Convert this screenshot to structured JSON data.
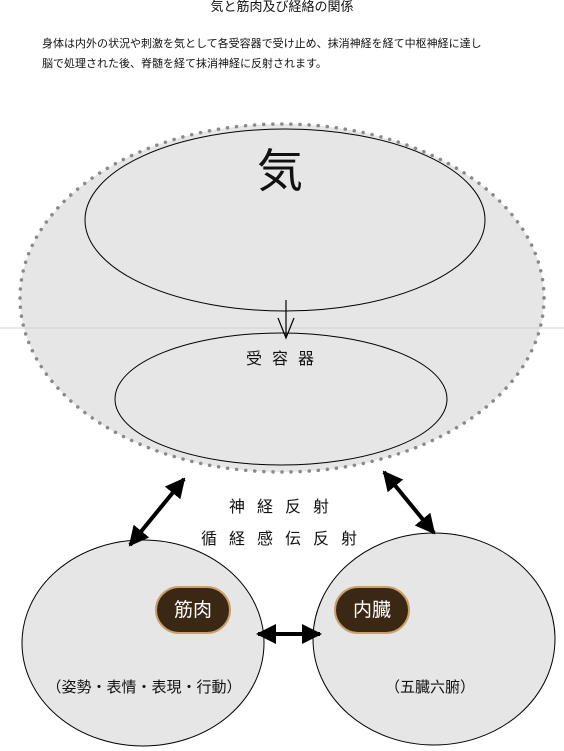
{
  "title": "気と筋肉及び経絡の関係",
  "intro": {
    "line1": "身体は内外の状況や刺激を気として各受容器で受け止め、抹消神経を経て中枢神経に達し",
    "line2": "脳で処理された後、脊髄を経て抹消神経に反射されます。"
  },
  "diagram": {
    "ki": "気",
    "receptor": "受容器",
    "reflex_nerve": "神経反射",
    "reflex_meridian": "循経感伝反射",
    "muscle": {
      "badge": "筋肉",
      "caption": "（姿勢・表情・表現・行動）"
    },
    "organ": {
      "badge": "内臓",
      "caption": "（五臓六腑）"
    }
  },
  "colors": {
    "ellipse_fill": "#e6e6e6",
    "dotted_border": "#8a8a8a",
    "badge_fill": "#3a2814",
    "badge_border": "#c8a06a"
  }
}
